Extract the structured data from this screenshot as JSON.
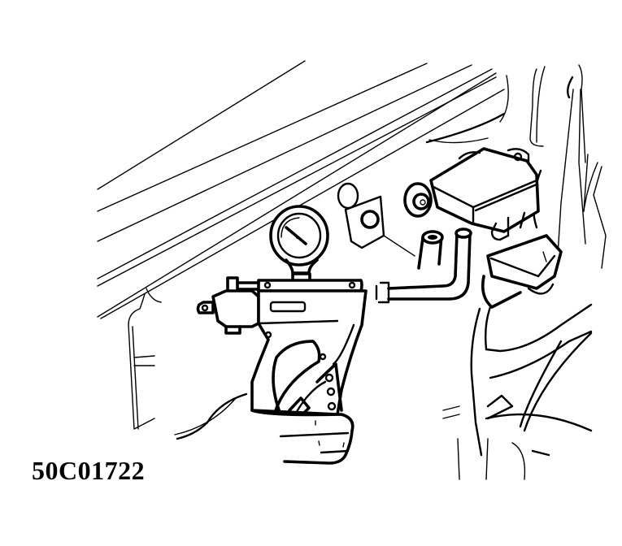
{
  "figure": {
    "code": "50C01722",
    "description": "Hand-held vacuum pump with gauge connected by hose to a sensor module mounted in engine bay",
    "colors": {
      "background": "#ffffff",
      "ink": "#000000"
    }
  },
  "parts": [
    {
      "id": "vacuum-pump",
      "name": "Hand vacuum pump"
    },
    {
      "id": "vacuum-gauge",
      "name": "Vacuum gauge"
    },
    {
      "id": "vacuum-hose",
      "name": "Vacuum hose"
    },
    {
      "id": "sensor-module",
      "name": "Sensor / solenoid module"
    },
    {
      "id": "electrical-connector",
      "name": "Electrical connector"
    },
    {
      "id": "hand",
      "name": "Operator hand"
    }
  ]
}
